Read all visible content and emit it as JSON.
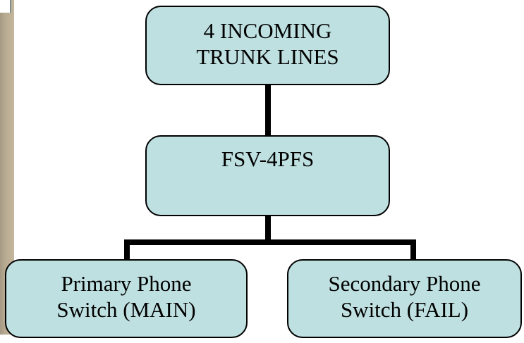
{
  "diagram": {
    "type": "hierarchy",
    "colors": {
      "node_fill": "#bfe0e1",
      "node_border": "#000000",
      "connector": "#000000"
    },
    "nodes": [
      {
        "id": "top",
        "lines": [
          "4 INCOMING",
          "TRUNK LINES"
        ]
      },
      {
        "id": "mid",
        "lines": [
          "FSV-4PFS"
        ]
      },
      {
        "id": "left",
        "lines": [
          "Primary Phone",
          "Switch (MAIN)"
        ]
      },
      {
        "id": "right",
        "lines": [
          "Secondary Phone",
          "Switch (FAIL)"
        ]
      }
    ],
    "edges": [
      {
        "from": "top",
        "to": "mid"
      },
      {
        "from": "mid",
        "to": "left"
      },
      {
        "from": "mid",
        "to": "right"
      }
    ]
  }
}
